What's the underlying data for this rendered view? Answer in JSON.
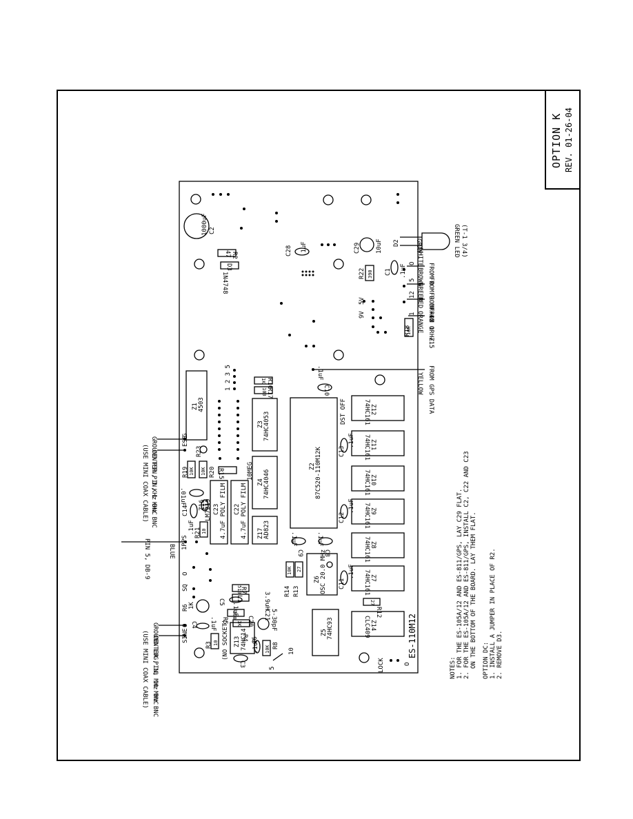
{
  "title": {
    "option": "OPTION K",
    "revision": "REV. 01-26-04"
  },
  "board": {
    "name": "ES-110M12",
    "chips": [
      {
        "id": "Z1",
        "part": "4503"
      },
      {
        "id": "Z2",
        "part": "87C520-110M12K"
      },
      {
        "id": "Z3",
        "part": "74HC4053"
      },
      {
        "id": "Z4",
        "part": "74HC4046"
      },
      {
        "id": "Z5",
        "part": "74HC93"
      },
      {
        "id": "Z6",
        "part": "OSC 20.0 MHz"
      },
      {
        "id": "Z7",
        "part": "74HC161"
      },
      {
        "id": "Z8",
        "part": "74HC161"
      },
      {
        "id": "Z9",
        "part": "74HC161"
      },
      {
        "id": "Z10",
        "part": "74HC161"
      },
      {
        "id": "Z11",
        "part": "74HC161"
      },
      {
        "id": "Z12",
        "part": "74HC161"
      },
      {
        "id": "Z13",
        "part": "74HC14"
      },
      {
        "id": "Z14",
        "part": "CLC409"
      },
      {
        "id": "Z16",
        "part": "LM7219"
      },
      {
        "id": "Z17",
        "part": "AD823"
      }
    ],
    "caps": {
      "c22": "C22",
      "c23": "C23",
      "poly": "4.7uF POLY FILM",
      "c2": "C2",
      "c2v": "1000uF",
      "c28": "C28",
      "c29": "C29",
      "c29v": "10uF",
      "c1": "C1",
      "uf": ".1uF",
      "c10": "C10",
      "c8": "C8",
      "c9": "C9",
      "c3": "C3",
      "c5": "C5",
      "c6": "C6",
      "c20": "C20",
      "c21": "C21",
      "c21v": "5-30pF",
      "c4": "C4",
      "c11": "C11",
      "c12": "C12",
      "c13": "C13",
      "c14": "C14",
      "c15": "C15",
      "c18": "C18",
      "uf01": ".01uF"
    },
    "resistors": {
      "r2": "R2",
      "r2v": "47",
      "d3": "D3",
      "d3p": "1N4748",
      "r22": "R22",
      "r22v": "390",
      "r18": "R18",
      "r18v": "10K",
      "r16": "R16",
      "r16v": "1K",
      "r17": "R17",
      "r17v": "100",
      "r15": "R15",
      "r15v": "10MEG",
      "r19": "R19",
      "r19v": "10K",
      "r20": "R20",
      "r20v": "10K",
      "r21": "R21",
      "r21v": "10",
      "r23": "R23",
      "r3": "R3",
      "r3v": "10",
      "r6": "R6",
      "r6v": "1K",
      "r7": "R7",
      "r7v": "510",
      "r5": "R5",
      "r5v": "390",
      "r4": "R4",
      "r4v": "1K",
      "r8": "R8",
      "r8v": "10K",
      "r12": "R12",
      "r12v": "27",
      "r13": "R13",
      "r13v": "27",
      "r14": "R14",
      "r14v": "10K",
      "l1": "L1",
      "l1v": "3.9uH",
      "d2": "D2",
      "no_socket": "(NO SOCKET)"
    },
    "pads": {
      "sine": "SINE",
      "sq": "SQ",
      "ese": "ESE",
      "o": "O",
      "lock": "LOCK",
      "dst_off": "DST OFF",
      "p1": "1PPS",
      "pins": "1 2 3 5",
      "hz": "9V",
      "sv": "5V",
      "one": "1",
      "v12": "12",
      "five": "5",
      "g": "G",
      "p10": "10",
      "p5": "5"
    }
  },
  "wires": {
    "gray": "GRAY",
    "white": "WHITE",
    "led": "GREEN LED",
    "led_size": "(T-1 3/4)",
    "brown": "BROWN",
    "from_o": "FROM O",
    "green": "GREEN",
    "from_u5": "FROM U OR +5",
    "red": "RED",
    "from_12": "FROM +12 OR +15",
    "orange": "ORANGE",
    "from_1hz": "FROM 1 HZ",
    "yellow": "YELLOW",
    "from_gps": "FROM GPS DATA",
    "gnd_1k": "GROUND PIN, 1 KHz BNC",
    "mini1": "(USE MINI COAX CABLE)",
    "ctr_1k": "CENTER PIN, 1 KHz BNC",
    "blue": "BLUE",
    "pin5": "PIN 5, DB-9",
    "gnd_10m": "GROUND LUG, 10 MHz BNC",
    "mini2": "(USE MINI COAX CABLE)",
    "ctr_10m": "CENTER PIN, 10 MHz BNC"
  },
  "notes": {
    "heading": "NOTES:",
    "n1": "1. FOR THE ES-105A/12 AND ES-811/GPS, LAY C29 FLAT.",
    "n2a": "2. FOR THE ES-105A/12 AND ES-811/GPS, INSTALL C2, C22 AND C23",
    "n2b": "ON THE BOTTOM OF THE BOARD. LAY THEM FLAT.",
    "opt_heading": "OPTION DC:",
    "o1": "1. INSTALL A JUMPER IN PLACE OF R2.",
    "o2": "2. REMOVE D3."
  }
}
